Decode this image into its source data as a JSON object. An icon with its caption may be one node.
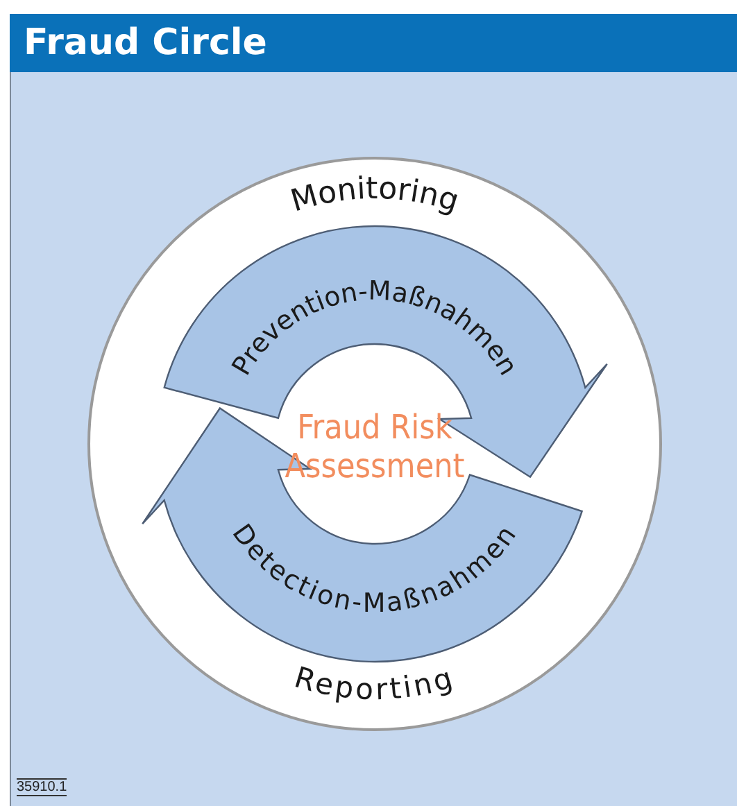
{
  "diagram": {
    "title": "Fraud Circle",
    "nodes": [
      {
        "text": [
          "Monitoring",
          "Reporting"
        ]
      },
      {
        "text": [
          "Prevention-Maßnahmen"
        ],
        "in": 0
      },
      {
        "text": [
          "Detection-Maßnahmen"
        ],
        "in": 0
      },
      {
        "text": [
          "Fraud Risk Assessment"
        ],
        "in": 0
      }
    ],
    "labels": [
      "35910.1"
    ]
  }
}
